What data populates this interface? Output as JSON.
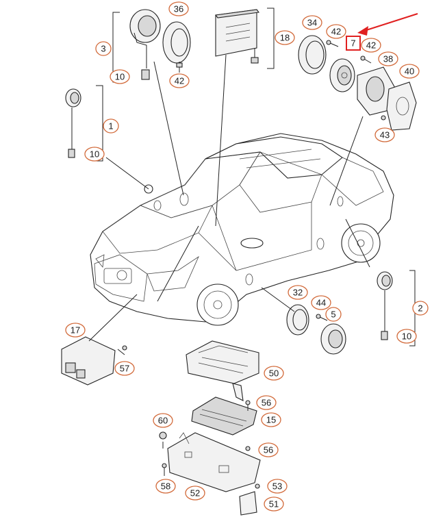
{
  "diagram": {
    "accent_color": "#d26a3a",
    "highlight_color": "#e02020",
    "callouts": [
      {
        "id": "c36",
        "label": "36"
      },
      {
        "id": "c3",
        "label": "3"
      },
      {
        "id": "c10a",
        "label": "10"
      },
      {
        "id": "c42a",
        "label": "42"
      },
      {
        "id": "c18",
        "label": "18"
      },
      {
        "id": "c34",
        "label": "34"
      },
      {
        "id": "c42b",
        "label": "42"
      },
      {
        "id": "c7",
        "label": "7"
      },
      {
        "id": "c42c",
        "label": "42"
      },
      {
        "id": "c38",
        "label": "38"
      },
      {
        "id": "c40",
        "label": "40"
      },
      {
        "id": "c43",
        "label": "43"
      },
      {
        "id": "c1",
        "label": "1"
      },
      {
        "id": "c10b",
        "label": "10"
      },
      {
        "id": "c2",
        "label": "2"
      },
      {
        "id": "c10c",
        "label": "10"
      },
      {
        "id": "c32",
        "label": "32"
      },
      {
        "id": "c44",
        "label": "44"
      },
      {
        "id": "c5",
        "label": "5"
      },
      {
        "id": "c17",
        "label": "17"
      },
      {
        "id": "c57",
        "label": "57"
      },
      {
        "id": "c50",
        "label": "50"
      },
      {
        "id": "c56a",
        "label": "56"
      },
      {
        "id": "c15",
        "label": "15"
      },
      {
        "id": "c60",
        "label": "60"
      },
      {
        "id": "c56b",
        "label": "56"
      },
      {
        "id": "c58",
        "label": "58"
      },
      {
        "id": "c52",
        "label": "52"
      },
      {
        "id": "c53",
        "label": "53"
      },
      {
        "id": "c51",
        "label": "51"
      }
    ]
  }
}
